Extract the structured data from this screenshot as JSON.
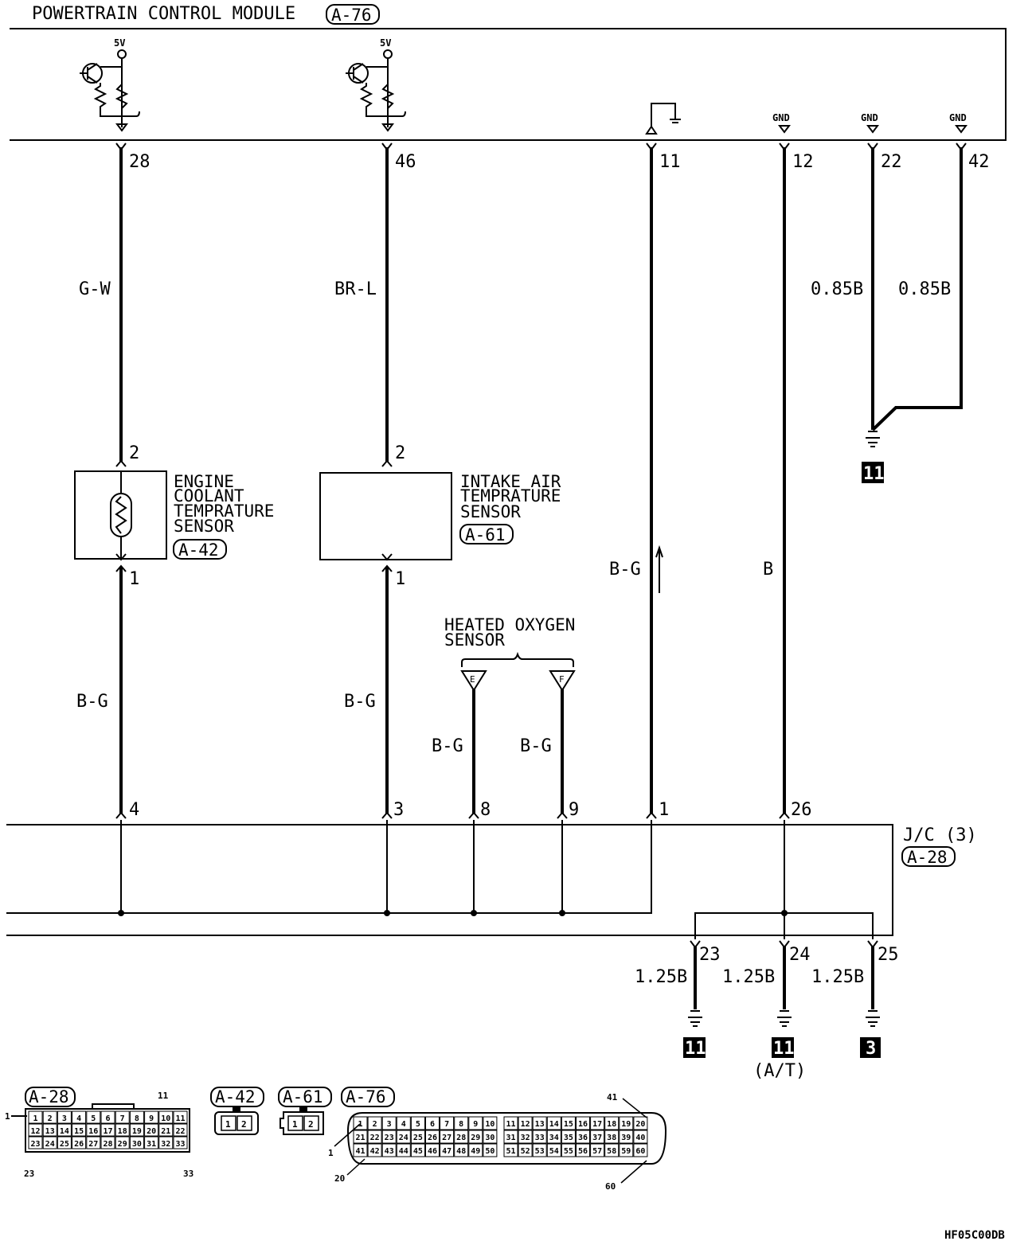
{
  "module": {
    "title": "POWERTRAIN CONTROL MODULE",
    "ref": "A-76"
  },
  "supply": {
    "v1": "5V",
    "v2": "5V",
    "gnd": "GND"
  },
  "pcm_pins": {
    "p28": "28",
    "p46": "46",
    "p11": "11",
    "p12": "12",
    "p22": "22",
    "p42": "42"
  },
  "wires": {
    "gw": "G-W",
    "brl": "BR-L",
    "b085_1": "0.85B",
    "b085_2": "0.85B",
    "bg1": "B-G",
    "bg2": "B-G",
    "bg3": "B-G",
    "bg4": "B-G",
    "bg5": "B-G",
    "b": "B",
    "b125_1": "1.25B",
    "b125_2": "1.25B",
    "b125_3": "1.25B"
  },
  "ect": {
    "line1": "ENGINE",
    "line2": "COOLANT",
    "line3": "TEMPRATURE",
    "line4": "SENSOR",
    "ref": "A-42",
    "pin_top": "2",
    "pin_bot": "1"
  },
  "iat": {
    "line1": "INTAKE AIR",
    "line2": "TEMPRATURE",
    "line3": "SENSOR",
    "ref": "A-61",
    "pin_top": "2",
    "pin_bot": "1"
  },
  "ho2s": {
    "line1": "HEATED OXYGEN",
    "line2": "SENSOR",
    "e": "E",
    "f": "F"
  },
  "jc": {
    "title": "J/C (3)",
    "ref": "A-28",
    "p4": "4",
    "p3": "3",
    "p8": "8",
    "p9": "9",
    "p1": "1",
    "p26": "26",
    "p23": "23",
    "p24": "24",
    "p25": "25"
  },
  "grounds": {
    "g1": "11",
    "g2": "11",
    "g3": "11",
    "g4": "3",
    "note": "(A/T)"
  },
  "connectors": {
    "a28": {
      "ref": "A-28",
      "n1": "1",
      "n11": "11",
      "n23": "23",
      "n33": "33",
      "row1": [
        "1",
        "2",
        "3",
        "4",
        "5",
        "6",
        "7",
        "8",
        "9",
        "10",
        "11"
      ],
      "row2": [
        "12",
        "13",
        "14",
        "15",
        "16",
        "17",
        "18",
        "19",
        "20",
        "21",
        "22"
      ],
      "row3": [
        "23",
        "24",
        "25",
        "26",
        "27",
        "28",
        "29",
        "30",
        "31",
        "32",
        "33"
      ]
    },
    "a42": {
      "ref": "A-42",
      "pins": [
        "1",
        "2"
      ]
    },
    "a61": {
      "ref": "A-61",
      "pins": [
        "1",
        "2"
      ]
    },
    "a76": {
      "ref": "A-76",
      "n1": "1",
      "n20": "20",
      "n41": "41",
      "n60": "60",
      "row1": [
        "1",
        "2",
        "3",
        "4",
        "5",
        "6",
        "7",
        "8",
        "9",
        "10",
        "11",
        "12",
        "13",
        "14",
        "15",
        "16",
        "17",
        "18",
        "19",
        "20"
      ],
      "row2": [
        "21",
        "22",
        "23",
        "24",
        "25",
        "26",
        "27",
        "28",
        "29",
        "30",
        "31",
        "32",
        "33",
        "34",
        "35",
        "36",
        "37",
        "38",
        "39",
        "40"
      ],
      "row3": [
        "41",
        "42",
        "43",
        "44",
        "45",
        "46",
        "47",
        "48",
        "49",
        "50",
        "51",
        "52",
        "53",
        "54",
        "55",
        "56",
        "57",
        "58",
        "59",
        "60"
      ]
    }
  },
  "code": "HF05C00DB"
}
